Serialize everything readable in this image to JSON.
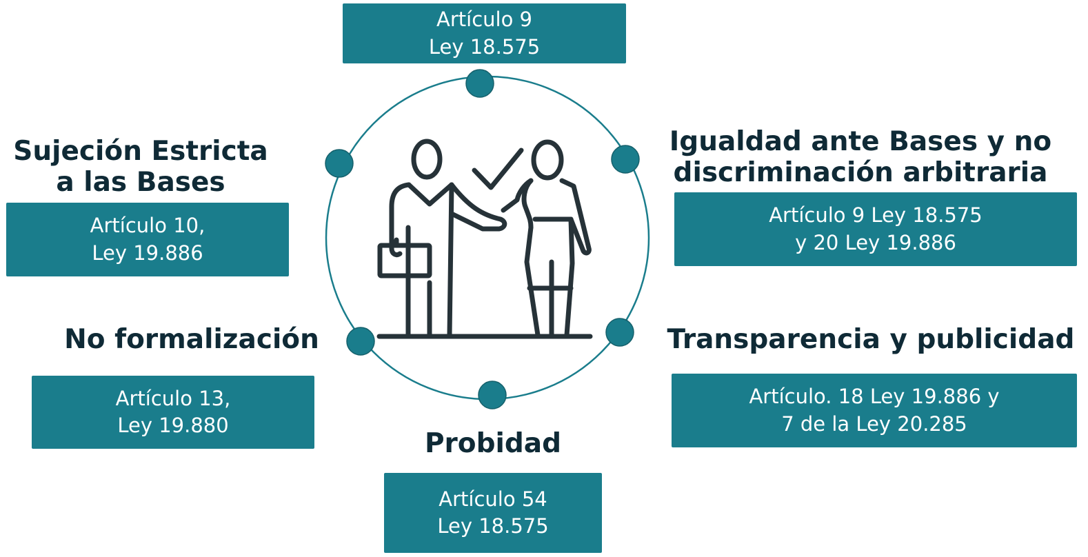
{
  "principles": {
    "top": {
      "heading": "",
      "box_line1": "Artículo 9",
      "box_line2": "Ley 18.575"
    },
    "sujecion": {
      "heading_line1": "Sujeción Estricta",
      "heading_line2": "a las Bases",
      "box_line1": "Artículo 10,",
      "box_line2": "Ley 19.886"
    },
    "igualdad": {
      "heading_line1": "Igualdad ante Bases y no",
      "heading_line2": "discriminación arbitraria",
      "box_line1": "Artículo 9 Ley 18.575",
      "box_line2": "y 20 Ley 19.886"
    },
    "no_formalizacion": {
      "heading": "No formalización",
      "box_line1": "Artículo 13,",
      "box_line2": "Ley 19.880"
    },
    "transparencia": {
      "heading": "Transparencia y publicidad",
      "box_line1": "Artículo. 18 Ley 19.886 y",
      "box_line2": "7 de la Ley 20.285"
    },
    "probidad": {
      "heading": "Probidad",
      "box_line1": "Artículo 54",
      "box_line2": "Ley 18.575"
    }
  },
  "center_icon": "handshake-agreement-icon",
  "colors": {
    "box_fill": "#1a7d8c",
    "node_fill": "#1a7d8c",
    "circle_stroke": "#1a7d8c",
    "heading_text": "#0f2a36",
    "icon_stroke": "#263238"
  }
}
